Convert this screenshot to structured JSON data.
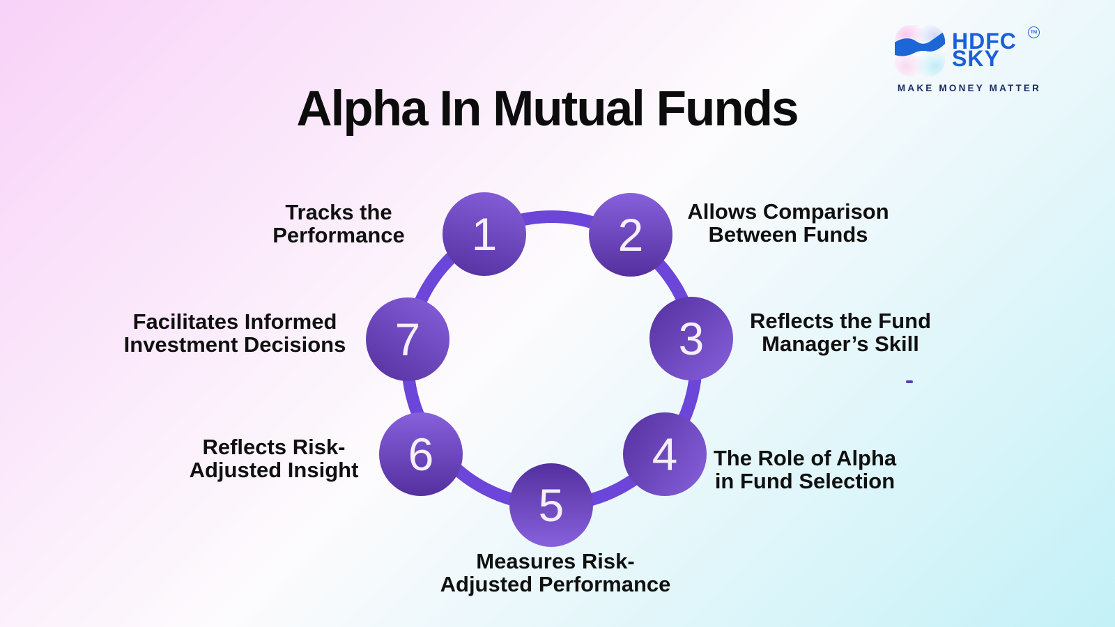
{
  "page": {
    "title": "Alpha In Mutual Funds"
  },
  "logo": {
    "brand_line1": "HDFC",
    "brand_line2": "SKY",
    "trademark": "TM",
    "tagline": "MAKE MONEY MATTER"
  },
  "diagram": {
    "type": "cycle",
    "node_count": 7,
    "nodes": [
      {
        "number": "1",
        "label_line1": "Tracks the",
        "label_line2": "Performance"
      },
      {
        "number": "2",
        "label_line1": "Allows Comparison",
        "label_line2": "Between Funds"
      },
      {
        "number": "3",
        "label_line1": "Reflects the Fund",
        "label_line2": "Manager’s Skill"
      },
      {
        "number": "4",
        "label_line1": "The Role of Alpha",
        "label_line2": "in Fund Selection"
      },
      {
        "number": "5",
        "label_line1": "Measures Risk-",
        "label_line2": "Adjusted Performance"
      },
      {
        "number": "6",
        "label_line1": "Reflects Risk-",
        "label_line2": "Adjusted Insight"
      },
      {
        "number": "7",
        "label_line1": "Facilitates Informed",
        "label_line2": "Investment Decisions"
      }
    ]
  },
  "colors": {
    "background_pink": "#f8d2f8",
    "background_cyan": "#c3f1f7",
    "ring_purple": "#6c45d9",
    "node_gradient_light": "#8760dc",
    "node_gradient_dark": "#54309e",
    "node_number_text": "#f4effa",
    "label_text": "#101010",
    "title_text": "#0c0c0c",
    "brand_blue": "#1a5fd8",
    "tagline_navy": "#1c2b66"
  }
}
